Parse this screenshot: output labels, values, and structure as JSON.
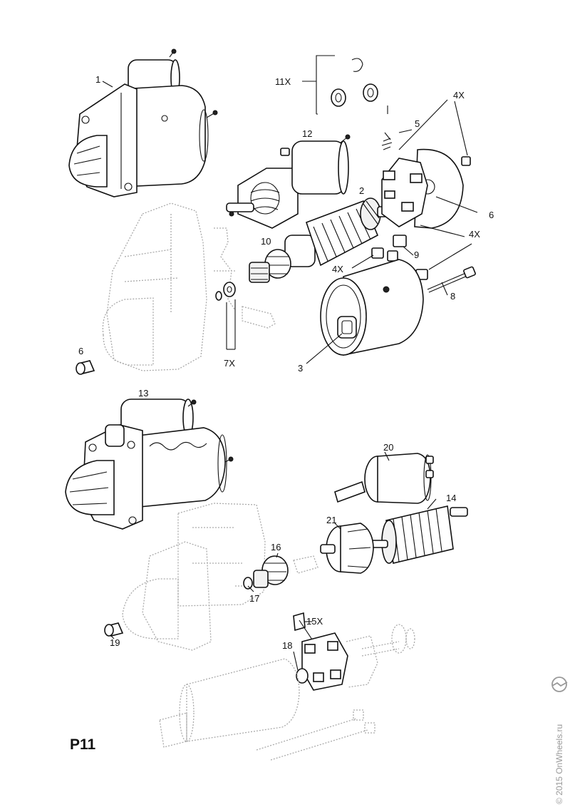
{
  "page_code": "P11",
  "copyright": "© 2015 OnWheels.ru",
  "callouts": {
    "c1": "1",
    "c11x": "11X",
    "c4x_top": "4X",
    "c5": "5",
    "c12": "12",
    "c2": "2",
    "c6_right": "6",
    "c4x_mid": "4X",
    "c4x_right": "4X",
    "c10": "10",
    "c9": "9",
    "c4x_left": "4X",
    "c8": "8",
    "c6_left": "6",
    "c7x": "7X",
    "c3": "3",
    "c13": "13",
    "c20": "20",
    "c14": "14",
    "c21": "21",
    "c16": "16",
    "c17": "17",
    "c19": "19",
    "c15x": "15X",
    "c18": "18"
  },
  "colors": {
    "line": "#111111",
    "ghost": "#aaaaaa",
    "background": "#ffffff"
  },
  "icons": {
    "logo": "opel-blitz-icon"
  }
}
